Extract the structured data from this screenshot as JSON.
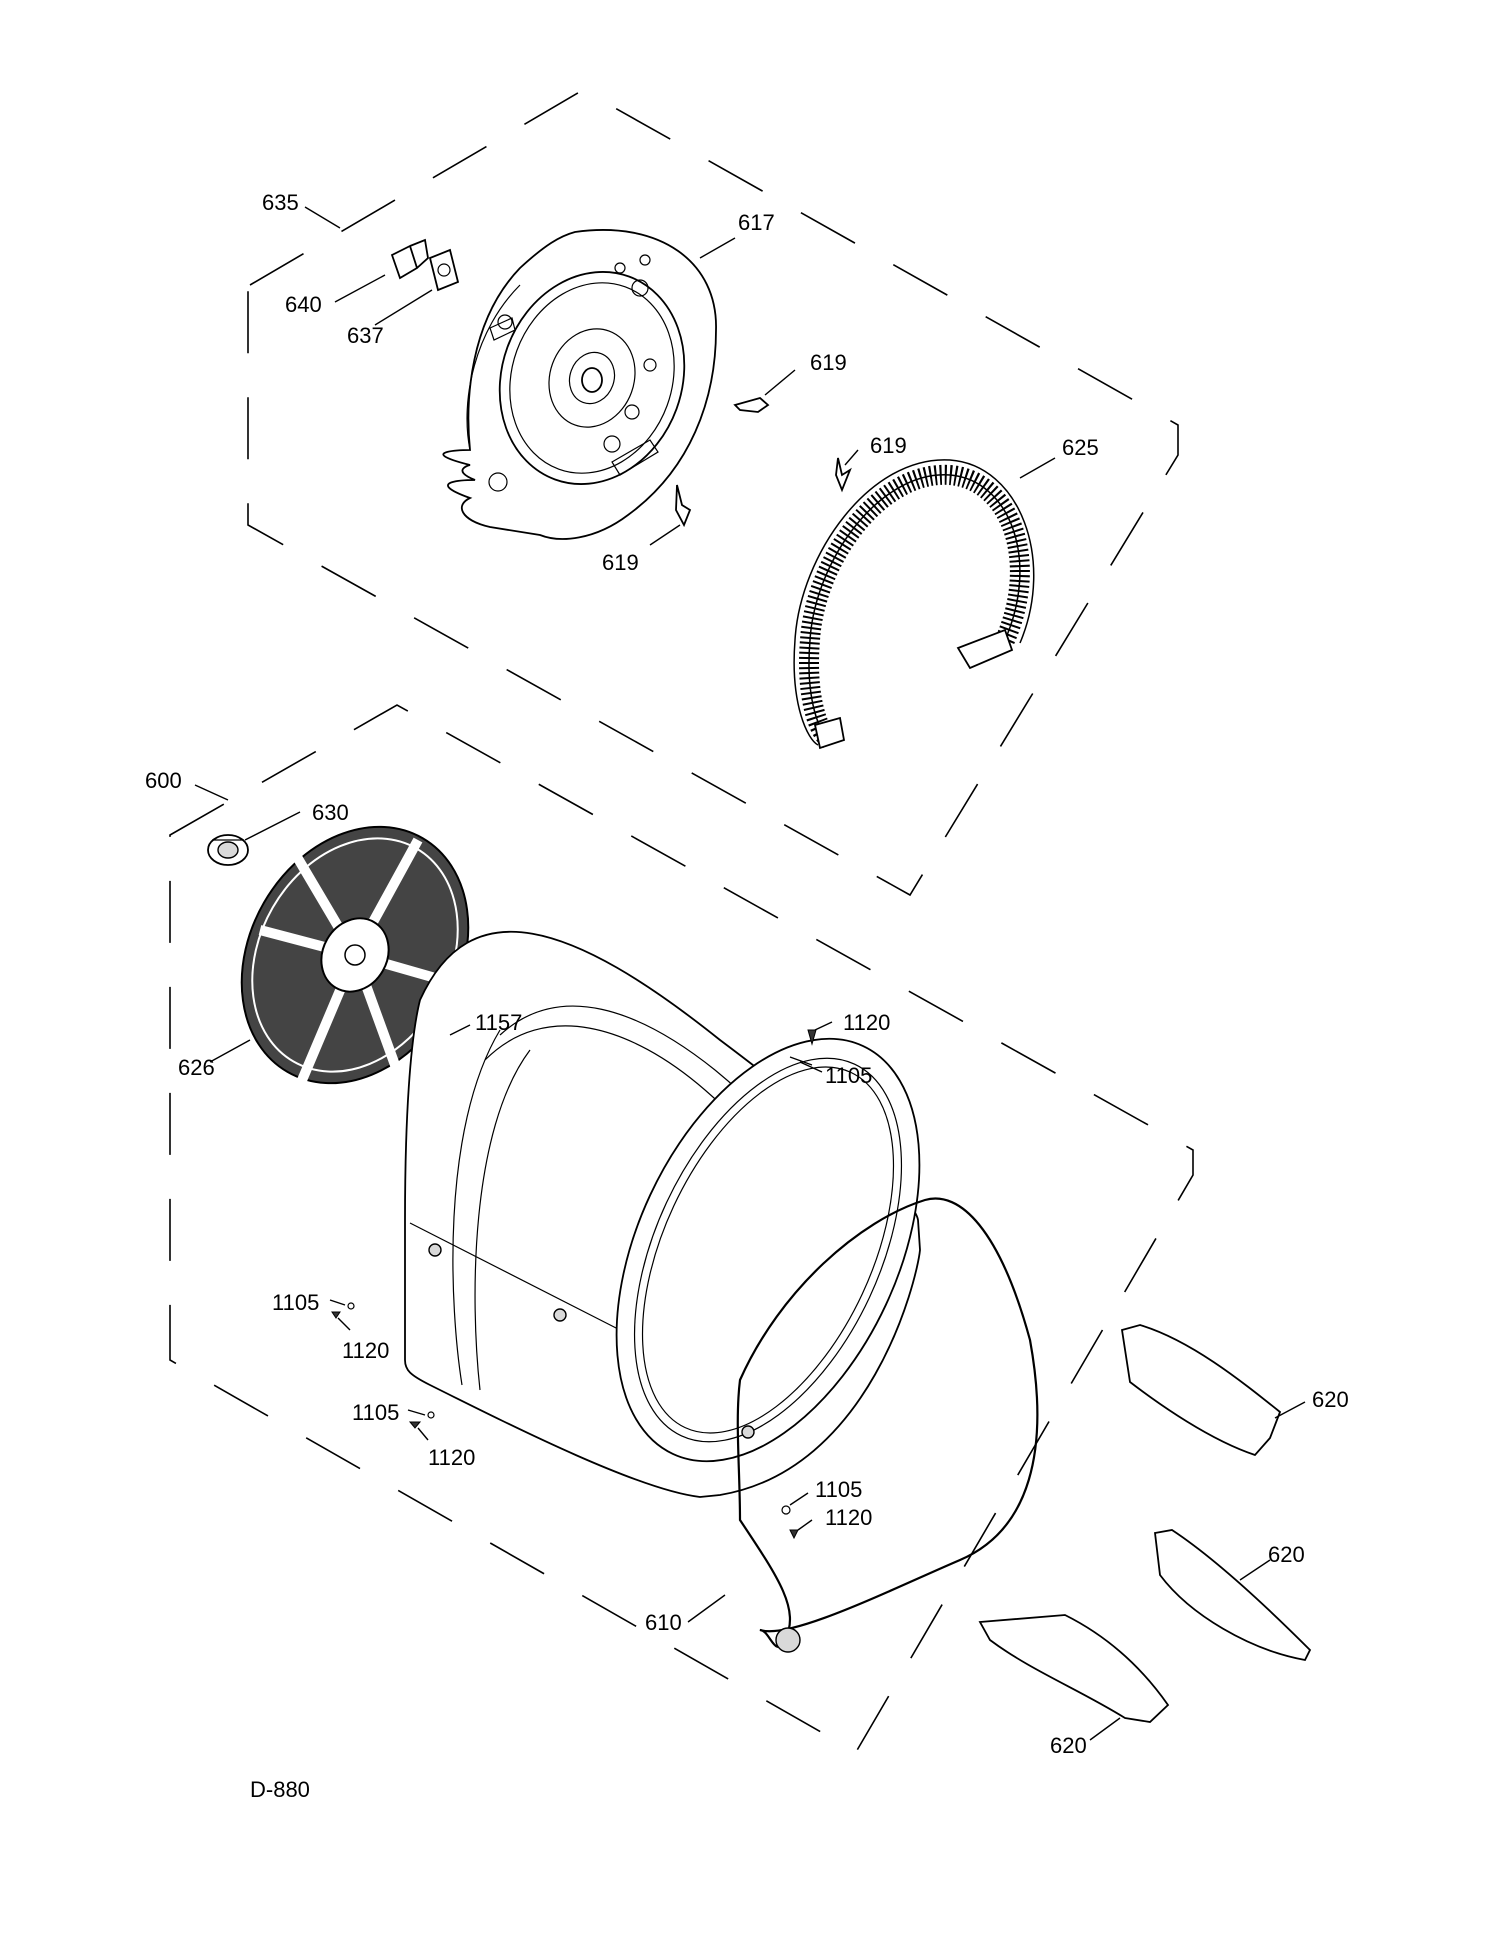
{
  "drawing_id": "D-880",
  "callouts": {
    "c635": "635",
    "c640": "640",
    "c637": "637",
    "c617": "617",
    "c619a": "619",
    "c619b": "619",
    "c619c": "619",
    "c625": "625",
    "c600": "600",
    "c630": "630",
    "c626": "626",
    "c1157": "1157",
    "c1120a": "1120",
    "c1105a": "1105",
    "c1105b": "1105",
    "c1120b": "1120",
    "c1105c": "1105",
    "c1120c": "1120",
    "c1105d": "1105",
    "c1120d": "1120",
    "c610": "610",
    "c620a": "620",
    "c620b": "620",
    "c620c": "620"
  }
}
